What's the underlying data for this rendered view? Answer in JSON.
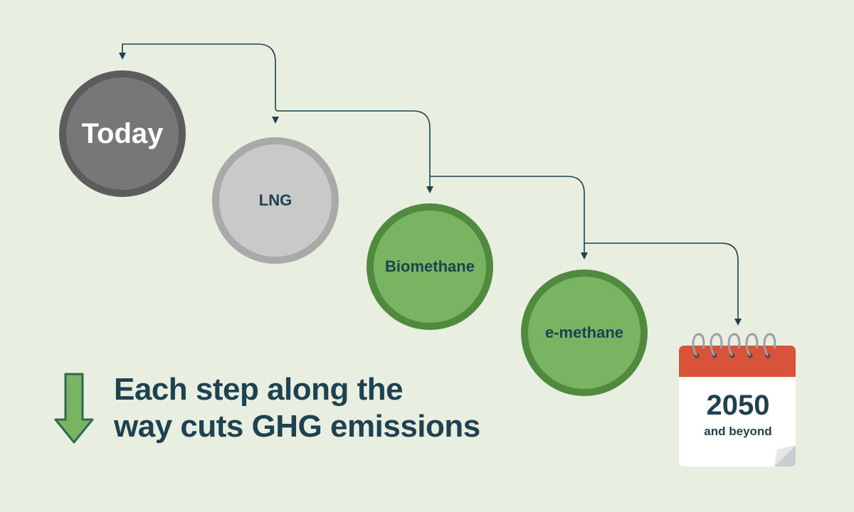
{
  "steps": [
    {
      "label": "Today",
      "fill": "#777777",
      "ring": "#5c5c5c",
      "text_color": "#ffffff"
    },
    {
      "label": "LNG",
      "fill": "#c9c9c9",
      "ring": "#a9a9a9",
      "text_color": "#1f4250"
    },
    {
      "label": "Biomethane",
      "fill": "#79b462",
      "ring": "#4f8a3f",
      "text_color": "#1f4250"
    },
    {
      "label": "e-methane",
      "fill": "#79b462",
      "ring": "#4f8a3f",
      "text_color": "#1f4250"
    }
  ],
  "calendar": {
    "year": "2050",
    "subtitle": "and beyond",
    "header_color": "#d9533b"
  },
  "caption": {
    "line1": "Each step along the",
    "line2": "way cuts GHG emissions"
  },
  "colors": {
    "background": "#e8efe1",
    "connector": "#1f4250",
    "arrow_fill": "#79b462",
    "arrow_stroke": "#2e6a50"
  }
}
